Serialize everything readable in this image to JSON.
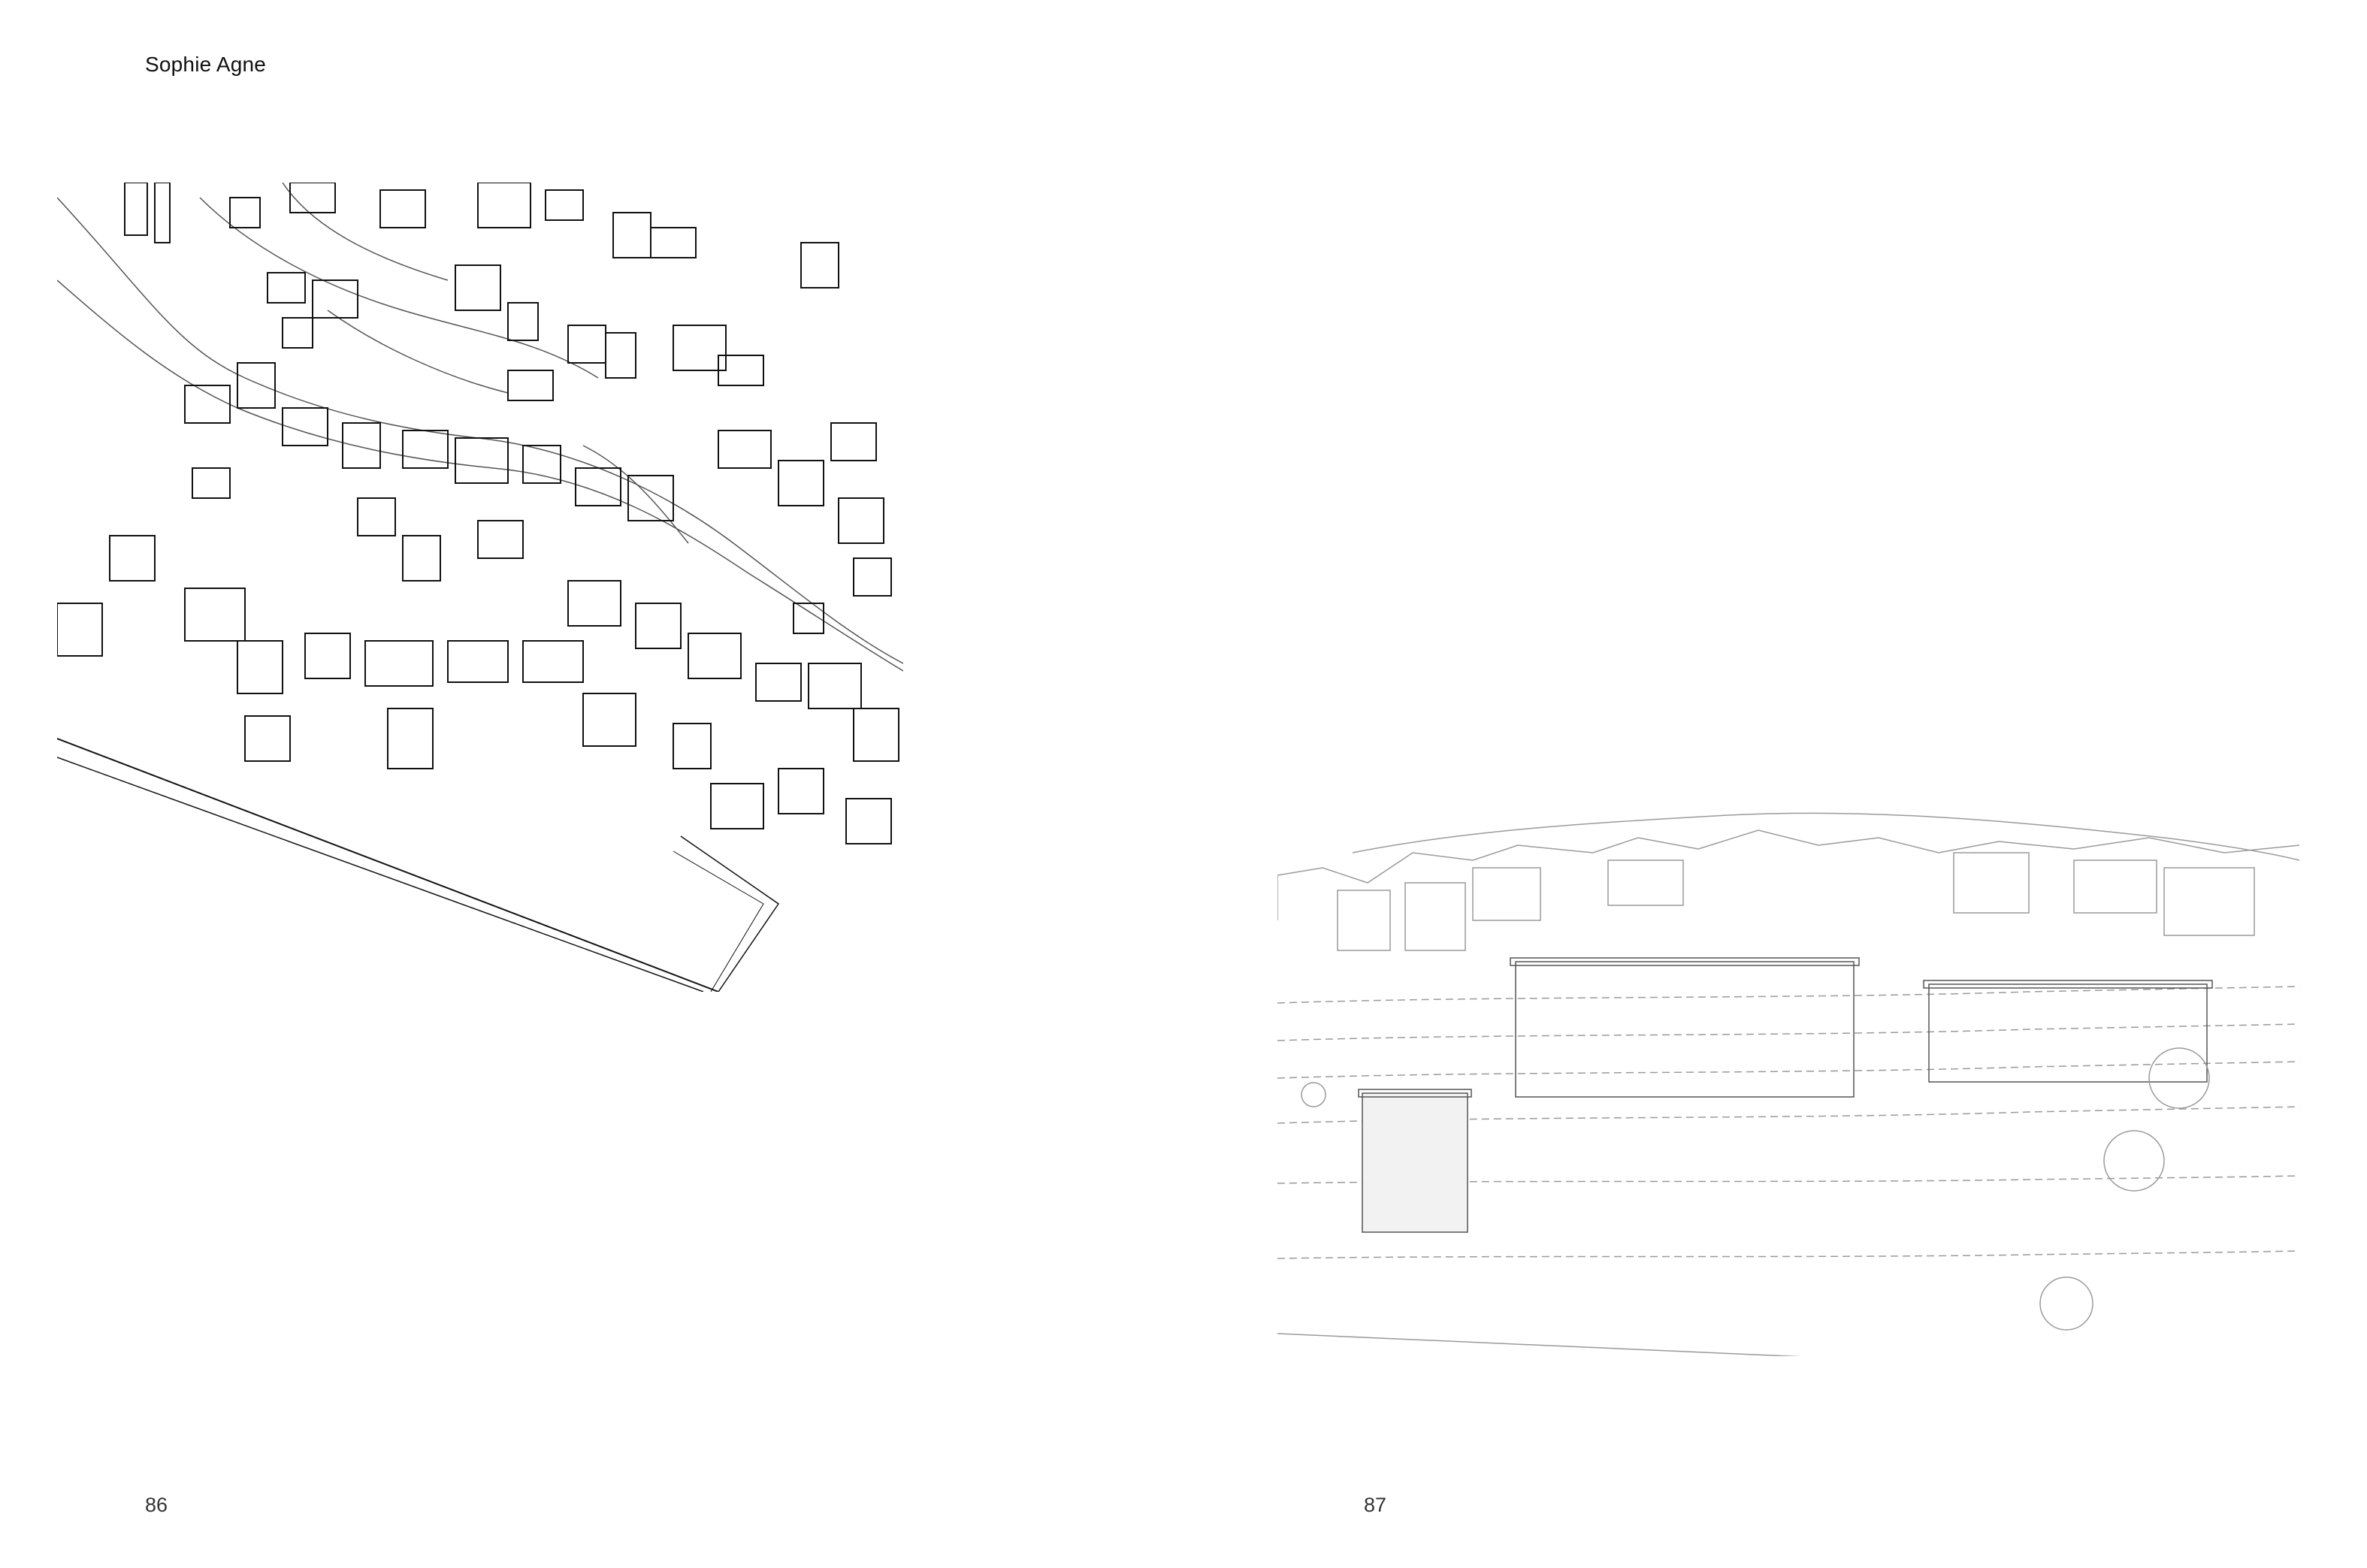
{
  "spread": {
    "left_page": {
      "running_head": "Sophie Agne",
      "page_number": "86"
    },
    "right_page": {
      "page_number": "87"
    }
  },
  "figures": {
    "site_plan": {
      "icon": "site-plan-drawing"
    },
    "elevation": {
      "icon": "elevation-drawing"
    }
  },
  "colors": {
    "ink": "#111111",
    "light_line": "#9a9a9a",
    "paper": "#ffffff"
  }
}
